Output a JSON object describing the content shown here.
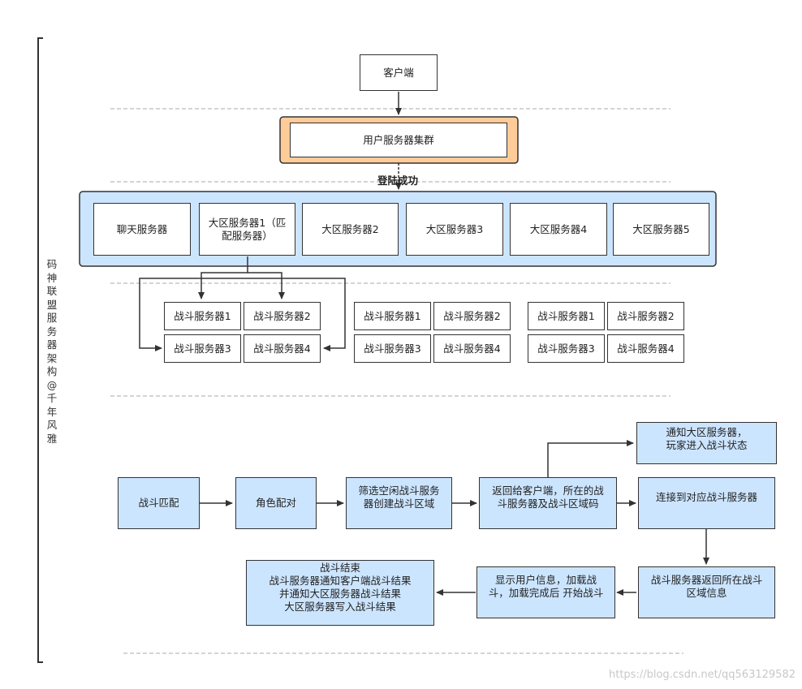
{
  "side_label": "码神联盟服务器架构 @千年风雅",
  "top": {
    "client": "客户端",
    "user_cluster": "用户服务器集群",
    "login_label": "登陆成功"
  },
  "servers": {
    "chat": "聊天服务器",
    "region1": "大区服务器1（匹配服务器）",
    "region2": "大区服务器2",
    "region3": "大区服务器3",
    "region4": "大区服务器4",
    "region5": "大区服务器5"
  },
  "battle_groups": [
    [
      "战斗服务器1",
      "战斗服务器2",
      "战斗服务器3",
      "战斗服务器4"
    ],
    [
      "战斗服务器1",
      "战斗服务器2",
      "战斗服务器3",
      "战斗服务器4"
    ],
    [
      "战斗服务器1",
      "战斗服务器2",
      "战斗服务器3",
      "战斗服务器4"
    ]
  ],
  "flow": {
    "match": "战斗匹配",
    "role_pair": "角色配对",
    "filter": "筛选空闲战斗服务器创建战斗区域",
    "return_client": "返回给客户端，所在的战斗服务器及战斗区域码",
    "notify_region": "通知大区服务器，\n玩家进入战斗状态",
    "connect": "连接到对应战斗服务器",
    "region_info": "战斗服务器返回所在战斗区域信息",
    "show_user": "显示用户信息，加载战斗，加载完成后 开始战斗",
    "battle_end": "战斗结束\n战斗服务器通知客户端战斗结果\n并通知大区服务器战斗结果\n大区服务器写入战斗结果"
  },
  "watermark": "https://blog.csdn.net/qq563129582",
  "colors": {
    "box_fill": "#cce5ff",
    "cluster_fill": "#ffcc99",
    "line": "#333333",
    "dash": "#aaaaaa"
  }
}
